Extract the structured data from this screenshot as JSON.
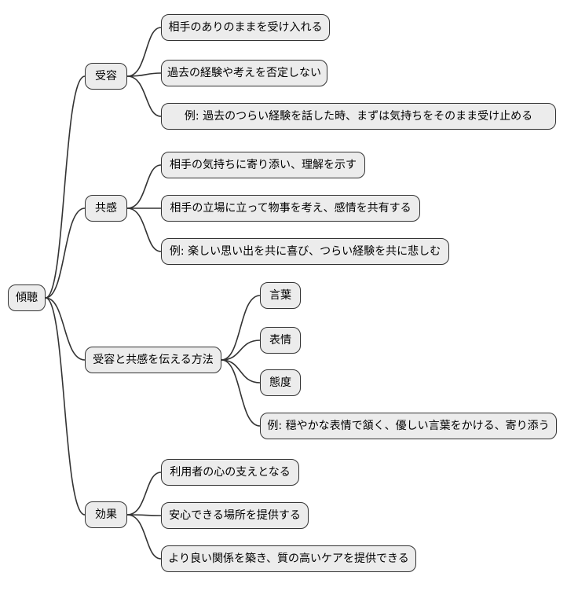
{
  "diagram": {
    "type": "mindmap",
    "colors": {
      "node_fill": "#ececec",
      "node_border": "#333333",
      "edge": "#333333",
      "text": "#000000",
      "background": "#ffffff"
    },
    "root": {
      "label": "傾聴"
    },
    "branches": [
      {
        "label": "受容",
        "children": [
          {
            "label": "相手のありのままを受け入れる"
          },
          {
            "label": "過去の経験や考えを否定しない"
          },
          {
            "label": "例: 過去のつらい経験を話した時、まずは気持ちをそのまま受け止める"
          }
        ]
      },
      {
        "label": "共感",
        "children": [
          {
            "label": "相手の気持ちに寄り添い、理解を示す"
          },
          {
            "label": "相手の立場に立って物事を考え、感情を共有する"
          },
          {
            "label": "例: 楽しい思い出を共に喜び、つらい経験を共に悲しむ"
          }
        ]
      },
      {
        "label": "受容と共感を伝える方法",
        "children": [
          {
            "label": "言葉"
          },
          {
            "label": "表情"
          },
          {
            "label": "態度"
          },
          {
            "label": "例: 穏やかな表情で頷く、優しい言葉をかける、寄り添う"
          }
        ]
      },
      {
        "label": "効果",
        "children": [
          {
            "label": "利用者の心の支えとなる"
          },
          {
            "label": "安心できる場所を提供する"
          },
          {
            "label": "より良い関係を築き、質の高いケアを提供できる"
          }
        ]
      }
    ]
  }
}
